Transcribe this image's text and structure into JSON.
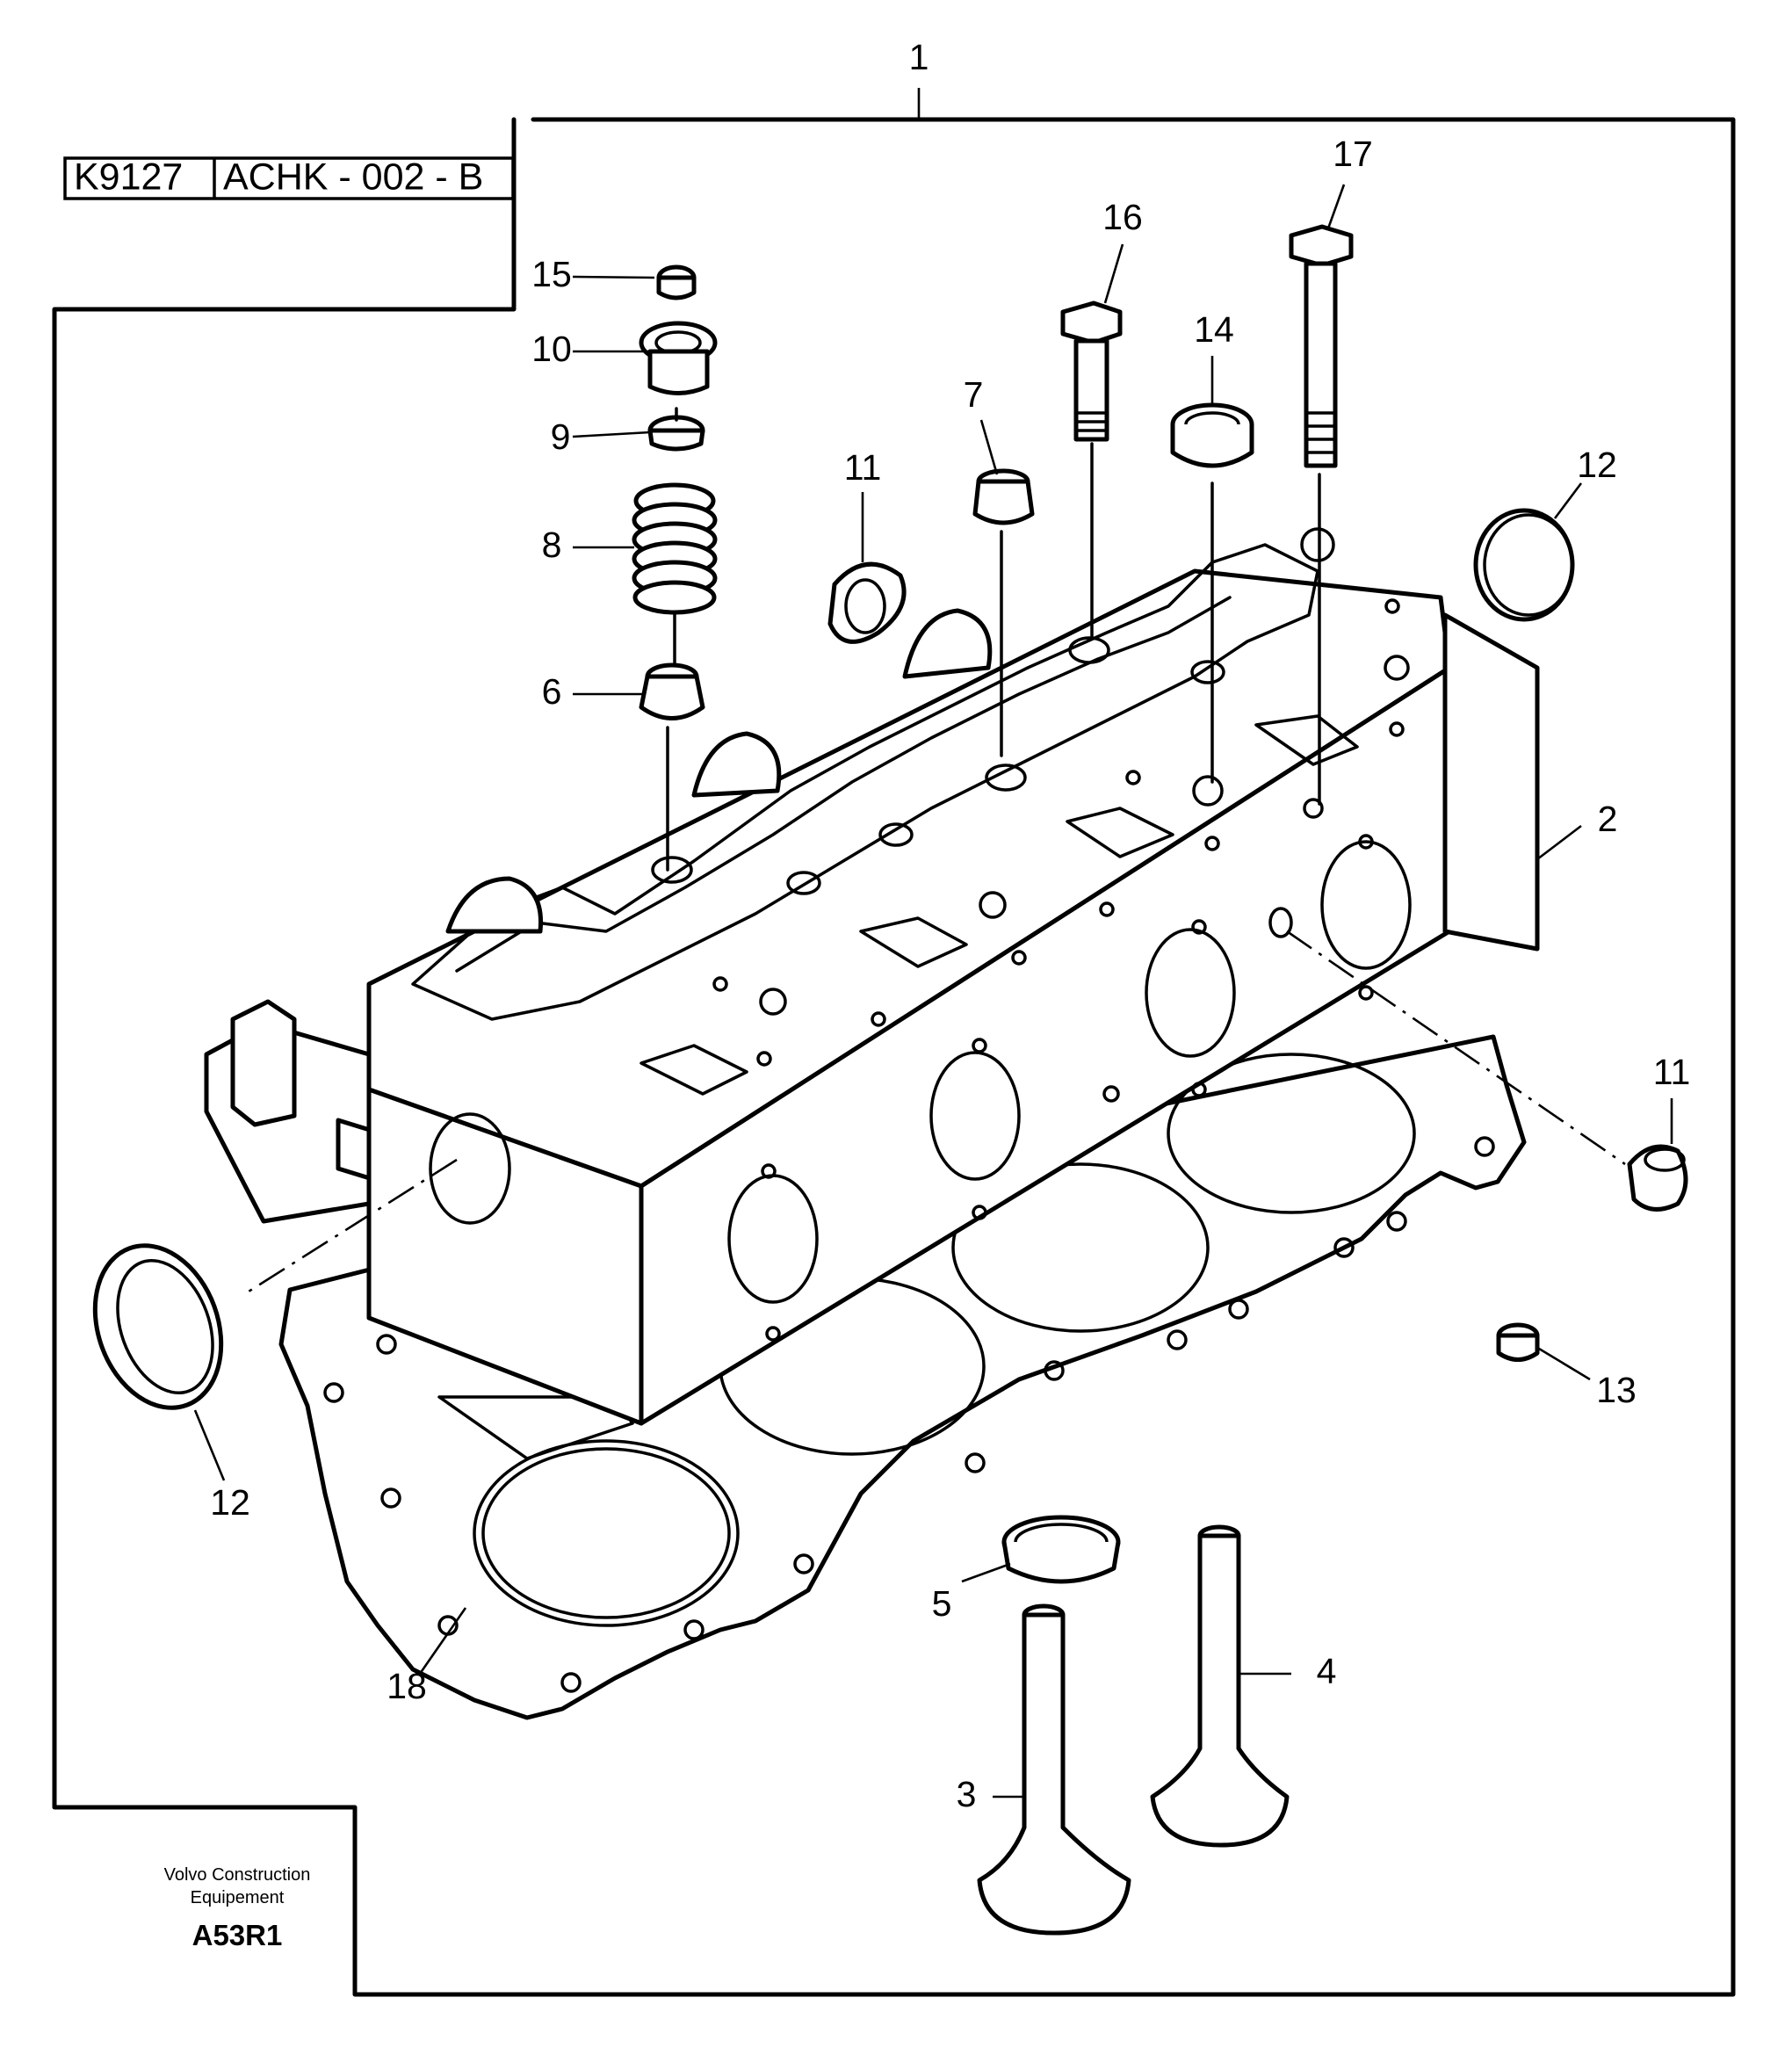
{
  "reference": {
    "code": "K9127",
    "drawing": "ACHK - 002 - B"
  },
  "footer": {
    "publisher_line1": "Volvo Construction",
    "publisher_line2": "Equipement",
    "figure_code": "A53R1"
  },
  "callouts": {
    "c1": "1",
    "c2": "2",
    "c3": "3",
    "c4": "4",
    "c5": "5",
    "c6": "6",
    "c7": "7",
    "c8": "8",
    "c9": "9",
    "c10": "10",
    "c11a": "11",
    "c11b": "11",
    "c12a": "12",
    "c12b": "12",
    "c13": "13",
    "c14": "14",
    "c15": "15",
    "c16": "16",
    "c17": "17",
    "c18": "18"
  }
}
